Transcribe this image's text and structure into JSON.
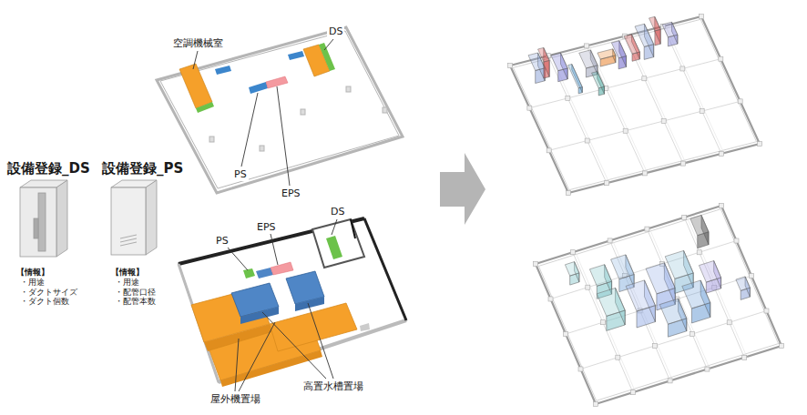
{
  "diagram": {
    "nodes": [
      {
        "text": [
          "設備登録_DS",
          "【情報】",
          "・用途",
          "・ダクトサイズ",
          "・ダクト個数"
        ]
      },
      {
        "text": [
          "設備登録_PS",
          "【情報】",
          "・用途",
          "・配管口径",
          "・配管本数"
        ]
      }
    ],
    "labels": [
      "空調機械室",
      "DS",
      "PS",
      "EPS",
      "PS",
      "EPS",
      "DS",
      "屋外機置場",
      "高置水槽置場"
    ]
  }
}
